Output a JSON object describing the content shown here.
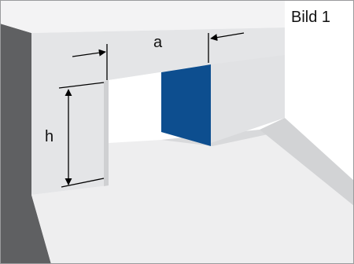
{
  "figure": {
    "title": "Bild 1"
  },
  "dimensions": {
    "width_label": "a",
    "height_label": "h"
  },
  "colors": {
    "background": "#ffffff",
    "left_wall": "#5f6062",
    "front_face": "#e4e5e7",
    "top_face": "#f3f3f4",
    "inner_side": "#b9babc",
    "floor": "#eeeeef",
    "floor_edge": "#c4c5c7",
    "blue_panel": "#0d4e8f",
    "dimension_line": "#000000"
  }
}
